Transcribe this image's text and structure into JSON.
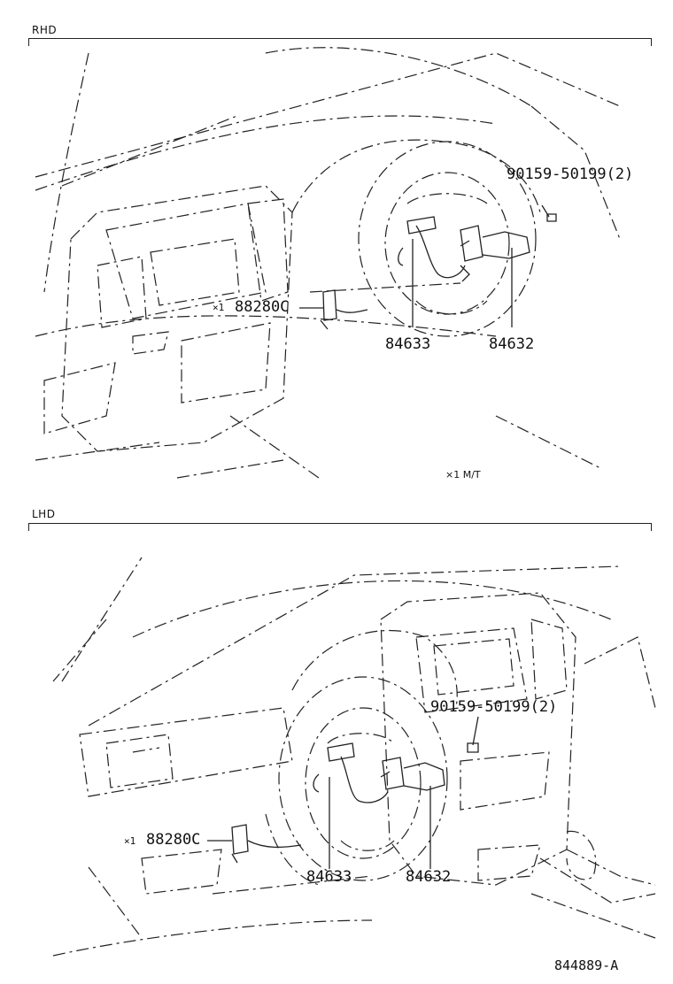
{
  "rhd": {
    "title": "RHD",
    "callouts": {
      "screw": "90159-50199(2)",
      "relay_mark": "×1",
      "relay": "88280C",
      "harness": "84633",
      "switch": "84632"
    },
    "note": "×1 M/T"
  },
  "lhd": {
    "title": "LHD",
    "callouts": {
      "screw": "90159-50199(2)",
      "relay_mark": "×1",
      "relay": "88280C",
      "harness": "84633",
      "switch": "84632"
    }
  },
  "catalog_code": "844889-A"
}
